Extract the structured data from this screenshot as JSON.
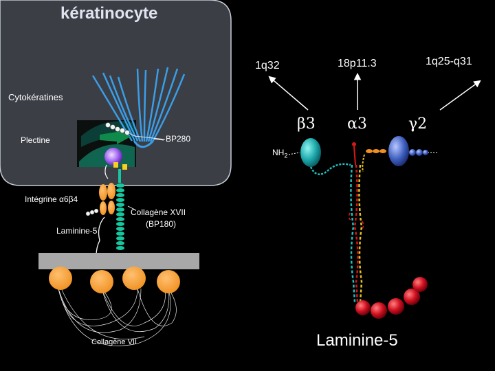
{
  "title": "kératinocyte",
  "genes": {
    "beta3": "1q32",
    "alpha3": "18p11.3",
    "gamma2": "1q25-q31"
  },
  "chains": {
    "beta3": "β3",
    "alpha3": "α3",
    "gamma2": "γ2"
  },
  "labels": {
    "cytokeratines": "Cytokératines",
    "plectine": "Plectine",
    "bp280": "BP280",
    "nh2_main": "NH",
    "nh2_sub": "2",
    "integrine": "Intégrine α6β4",
    "collagene_xvii": "Collagène XVII",
    "bp180": "(BP180)",
    "laminine5_left": "Laminine-5",
    "collagene_vii": "Collagène VII",
    "laminine5_main": "Laminine-5"
  },
  "colors": {
    "cell": "#3b3e45",
    "keratin": "#3a9ee8",
    "plectin": "#0f8a4a",
    "integrin": "#f0a030",
    "collagen_xvii": "#16c7a0",
    "beta3_chain": "#20c0c0",
    "alpha3_chain": "#d81818",
    "gamma2_chain": "#4a6fd0",
    "lamina_densa": "#a8a8a8",
    "collagen_vii_globes": "#f5a030"
  }
}
